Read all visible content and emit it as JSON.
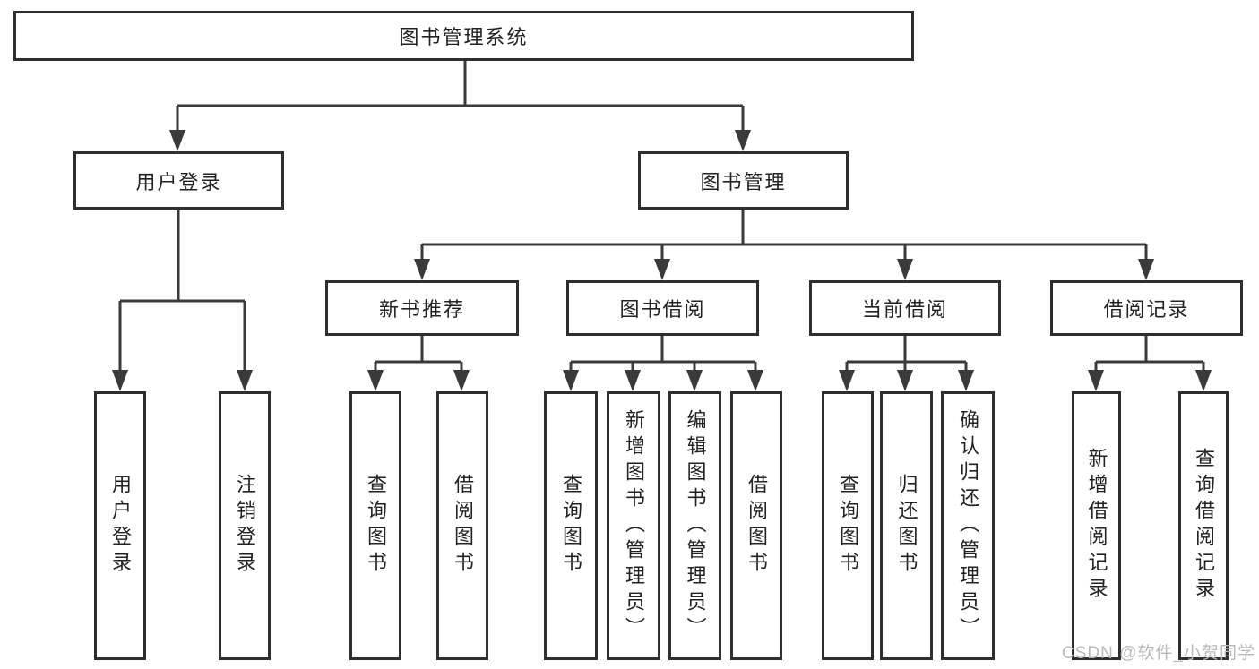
{
  "colors": {
    "line": "#3a3a3a",
    "box_border": "#2e2e2e",
    "box_fill": "#ffffff",
    "text": "#222222",
    "background": "#ffffff",
    "watermark": "#b9b9b9"
  },
  "tree": {
    "root": {
      "label": "图书管理系统"
    },
    "children": [
      {
        "label": "用户登录",
        "children": [
          {
            "label": "用户登录"
          },
          {
            "label": "注销登录"
          }
        ]
      },
      {
        "label": "图书管理",
        "children": [
          {
            "label": "新书推荐",
            "children": [
              {
                "label": "查询图书"
              },
              {
                "label": "借阅图书"
              }
            ]
          },
          {
            "label": "图书借阅",
            "children": [
              {
                "label": "查询图书"
              },
              {
                "label": "新增图书（管理员）"
              },
              {
                "label": "编辑图书（管理员）"
              },
              {
                "label": "借阅图书"
              }
            ]
          },
          {
            "label": "当前借阅",
            "children": [
              {
                "label": "查询图书"
              },
              {
                "label": "归还图书"
              },
              {
                "label": "确认归还（管理员）"
              }
            ]
          },
          {
            "label": "借阅记录",
            "children": [
              {
                "label": "新增借阅记录"
              },
              {
                "label": "查询借阅记录"
              }
            ]
          }
        ]
      }
    ]
  },
  "watermark": {
    "text": "CSDN @软件_小贺同学"
  }
}
